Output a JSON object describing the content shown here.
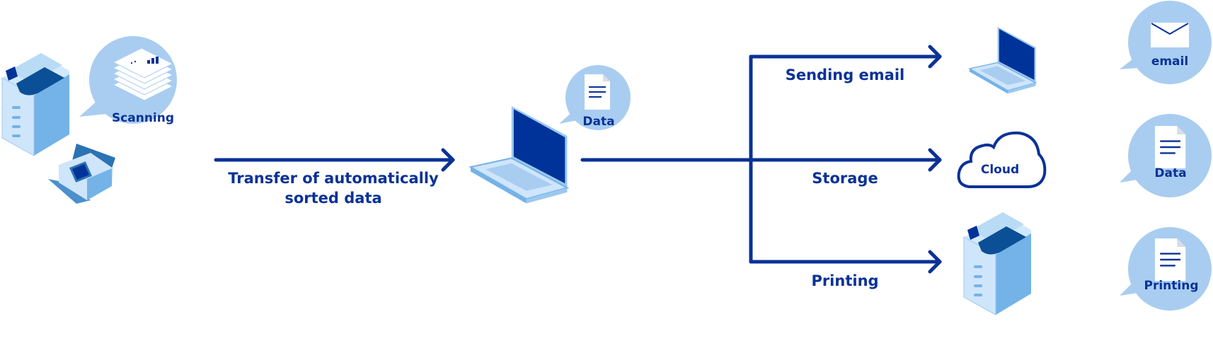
{
  "diagram": {
    "source": {
      "bubble_label": "Scanning",
      "icon": "scanned-documents-stack",
      "devices": [
        "multifunction-printer",
        "document-scanner"
      ]
    },
    "transfer": {
      "label_line1": "Transfer of automatically",
      "label_line2": "sorted data"
    },
    "hub": {
      "device": "laptop",
      "bubble_label": "Data",
      "icon": "document"
    },
    "outputs": [
      {
        "branch_label": "Sending email",
        "device": "laptop",
        "bubble_label": "email",
        "icon": "envelope"
      },
      {
        "branch_label": "Storage",
        "device": "cloud",
        "device_label": "Cloud",
        "bubble_label": "Data",
        "icon": "document"
      },
      {
        "branch_label": "Printing",
        "device": "multifunction-printer",
        "bubble_label": "Printing",
        "icon": "document"
      }
    ]
  },
  "colors": {
    "primary": "#0a3296",
    "bubble": "#a9cdf0",
    "device_light": "#d2e8fb",
    "device_mid": "#74b3e8",
    "device_dark": "#0b4f96"
  }
}
